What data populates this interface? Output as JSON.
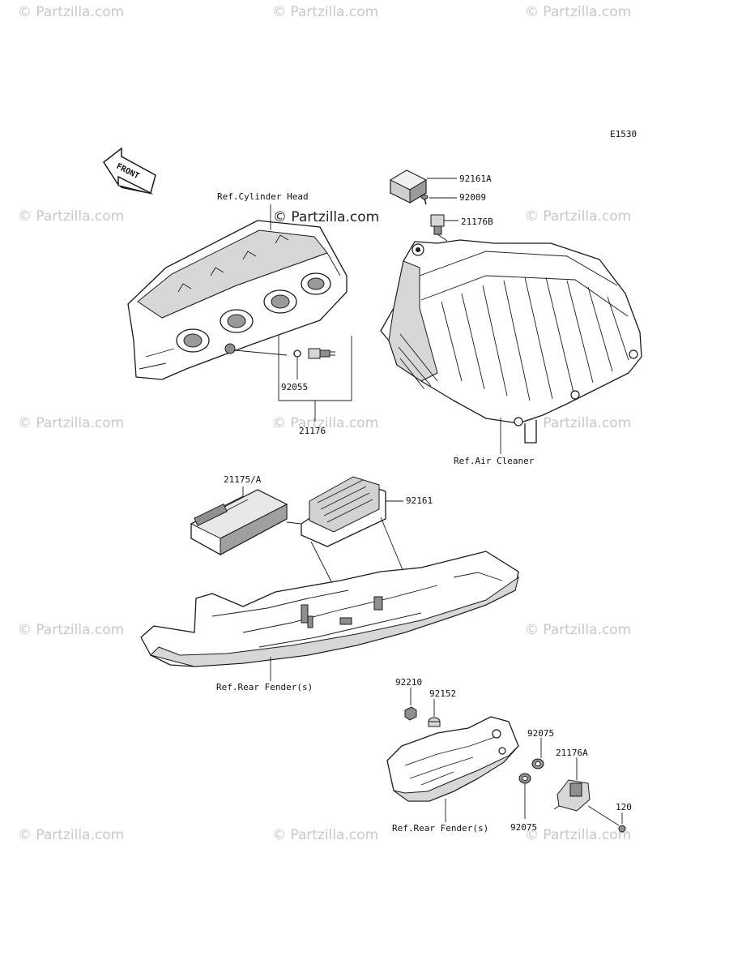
{
  "diagram_code": "E1530",
  "brand_watermark": "© Partzilla.com",
  "watermark_text": "© Partzilla.com",
  "front_arrow_label": "FRONT",
  "labels": {
    "p92161a": "92161A",
    "p92009": "92009",
    "p21176b": "21176B",
    "ref_cylinder_head": "Ref.Cylinder Head",
    "p92055": "92055",
    "p21176": "21176",
    "ref_air_cleaner": "Ref.Air Cleaner",
    "p21175a": "21175/A",
    "p92161": "92161",
    "ref_rear_fender_1": "Ref.Rear Fender(s)",
    "p92210": "92210",
    "p92152": "92152",
    "p92075_top": "92075",
    "p21176a": "21176A",
    "p92075_bottom": "92075",
    "p120": "120",
    "ref_rear_fender_2": "Ref.Rear Fender(s)"
  }
}
